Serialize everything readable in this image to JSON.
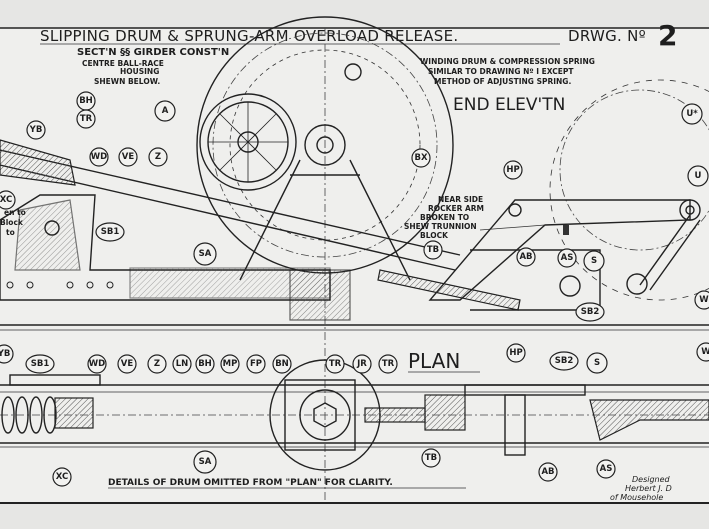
{
  "title": {
    "main": "SLIPPING DRUM & SPRUNG-ARM OVERLOAD RELEASE.",
    "drawing_label": "DRWG. Nº",
    "drawing_number": "2"
  },
  "section_note": {
    "line1": "SECT'N §§ GIRDER CONST'N",
    "line2": "CENTRE BALL-RACE",
    "line3": "HOUSING",
    "line4": "SHEWN BELOW."
  },
  "winding_note": {
    "line1": "WINDING DRUM & COMPRESSION SPRING",
    "line2": "SIMILAR TO DRAWING Nº I EXCEPT",
    "line3": "METHOD OF ADJUSTING SPRING."
  },
  "end_elevation": "END ELEV'TN",
  "rocker_note": [
    "NEAR SIDE",
    "ROCKER ARM",
    "BROKEN TO",
    "SHEW TRUNNION",
    "BLOCK"
  ],
  "left_fragments": [
    "en to",
    "Block",
    "to"
  ],
  "plan_heading": "PLAN",
  "plan_footnote": "DETAILS OF DRUM OMITTED FROM \"PLAN\" FOR CLARITY.",
  "signature": {
    "line1": "Designed",
    "line2": "Herbert J. D",
    "line3": "of Mousehole"
  },
  "elevation_labels": [
    "BH",
    "TR",
    "YB",
    "WD",
    "VE",
    "Z",
    "A",
    "BX",
    "XC",
    "SB1",
    "SA",
    "TB",
    "HP",
    "AB",
    "AS",
    "S",
    "SB2",
    "U",
    "U*",
    "W"
  ],
  "plan_labels": [
    "YB",
    "SB1",
    "WD",
    "VE",
    "Z",
    "LN",
    "BH",
    "MP",
    "FP",
    "BN",
    "TR",
    "JR",
    "TR",
    "HP",
    "SB2",
    "S",
    "W",
    "SA",
    "TB",
    "AB",
    "AS",
    "XC"
  ],
  "colors": {
    "paper": "#e6e6e4",
    "ink": "#1e1e1e"
  }
}
